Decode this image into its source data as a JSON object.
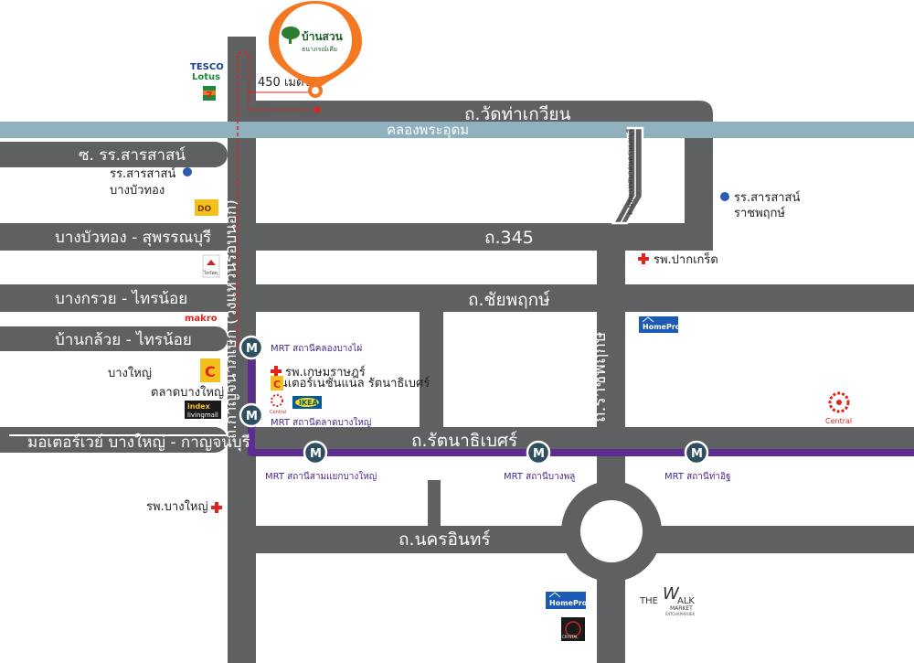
{
  "colors": {
    "road": "#5f6062",
    "canal": "#8fb1bd",
    "mrt": "#5b2d91",
    "pin": "#f47721",
    "hospital": "#e32219",
    "school": "#2a5cb0",
    "brand_green": "#2e7d32"
  },
  "pin": {
    "brand_line1": "บ้านสวน",
    "brand_line2": "ธนาภรณ์เคีย",
    "distance": "450 เมตร"
  },
  "roads": {
    "wat_tha_kwian": "ถ.วัดท่าเกวียน",
    "canal": "คลองพระอุดม",
    "soi_sarasas": "ซ. รร.สารสาสน์",
    "bangbuathong": "บางบัวทอง - สุพรรณบุรี",
    "r345": "ถ.345",
    "bangkruai": "บางกรวย - ไทรน้อย",
    "chaiyaphruek": "ถ.ชัยพฤกษ์",
    "banklui": "บ้านกล้วย - ไทรน้อย",
    "kanchanaphisek": "ถ.กาญจนาภิเษก (วงแหวนรอบนอก)",
    "ratchaphruek": "ถ.ราชพฤกษ์",
    "rattanathibet": "ถ.รัตนาธิเบศร์",
    "motorway": "มอเตอร์เวย์ บางใหญ่ - กาญจนบุรี",
    "nakhon_in": "ถ.นครอินทร์",
    "small_road": "ถ.ปทุม-เทศบาลนครนนทบุรี"
  },
  "places": {
    "sarasas_bangbuathong_1": "รร.สารสาสน์",
    "sarasas_bangbuathong_2": "บางบัวทอง",
    "sarasas_ratchaphruek_1": "รร.สารสาสน์",
    "sarasas_ratchaphruek_2": "ราชพฤกษ์",
    "hosp_pakkret": "รพ.ปากเกร็ด",
    "hosp_kasemrad_1": "รพ.เกษมราษฎร์",
    "hosp_kasemrad_2": "อินเตอร์เนชั่นแนล รัตนาธิเบศร์",
    "hosp_bangyai": "รพ.บางใหญ่",
    "bang_yai": "บางใหญ่",
    "talad_bang_yai": "ตลาดบางใหญ่"
  },
  "mrt": {
    "symbol": "M",
    "khlong_bang_phai": "MRT สถานีคลองบางไผ่",
    "talad_bang_yai": "MRT สถานีตลาดบางใหญ่",
    "sam_yaek_bang_yai": "MRT สถานีสามแยกบางใหญ่",
    "bang_phlu": "MRT สถานีบางพลู",
    "tha_it": "MRT สถานีท่าอิฐ"
  },
  "logos": {
    "tesco": "TESCO",
    "lotus": "Lotus",
    "seven": "7",
    "makro": "makro",
    "homepro": "HomePro",
    "ikea": "IKEA",
    "central": "Central",
    "index": "index",
    "livingmall": "livingmall",
    "big_c": "C",
    "thaiwatsadu": "ไทวัสดุ",
    "the_walk_1": "THE",
    "the_walk_2": "W",
    "the_walk_3": "ALK",
    "the_walk_4": "MARKET",
    "the_walk_5": "RATCHAPHRUEK",
    "crystal": "CRYSTAL",
    "dohome": "DO"
  }
}
